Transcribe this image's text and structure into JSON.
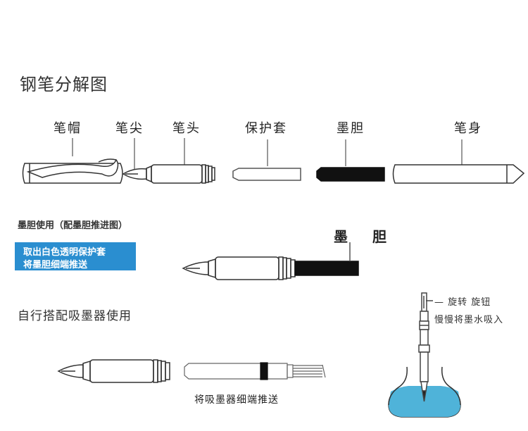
{
  "title": "钢笔分解图",
  "parts": [
    {
      "id": "cap",
      "label": "笔帽"
    },
    {
      "id": "nib",
      "label": "笔尖"
    },
    {
      "id": "section",
      "label": "笔头"
    },
    {
      "id": "protective-sleeve",
      "label": "保护套"
    },
    {
      "id": "ink-cartridge",
      "label": "墨胆"
    },
    {
      "id": "barrel",
      "label": "笔身"
    }
  ],
  "cartridge_usage": {
    "heading": "墨胆使用（配墨胆推进图）",
    "instruction_line1": "取出白色透明保护套",
    "instruction_line2": "将墨胆细端推送",
    "callout_label": "墨 胆"
  },
  "converter_usage": {
    "heading": "自行搭配吸墨器使用",
    "push_caption": "将吸墨器细端推送",
    "turn_caption": "— 旋转  旋钮",
    "slow_caption": "慢慢将墨水吸入"
  },
  "colors": {
    "blue_banner": "#2a8ed0",
    "ink_water": "#4fb3d9",
    "outline": "#333333"
  }
}
